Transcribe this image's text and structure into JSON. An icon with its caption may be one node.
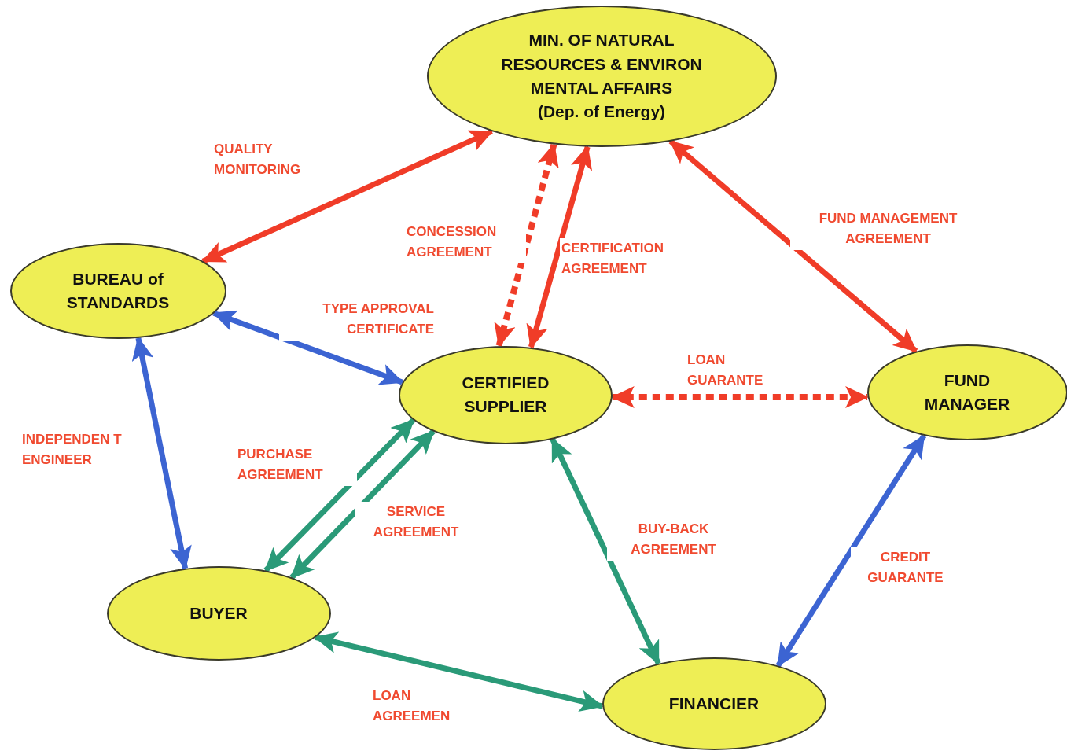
{
  "diagram": {
    "nodes": [
      {
        "text": [
          "MIN. OF NATURAL RESOURCES & ENVIRON MENTAL AFFAIRS",
          "(Dep. of Energy)"
        ]
      },
      {
        "text": [
          "BUREAU of STANDARDS"
        ]
      },
      {
        "text": [
          "CERTIFIED SUPPLIER"
        ]
      },
      {
        "text": [
          "FUND MANAGER"
        ]
      },
      {
        "text": [
          "BUYER"
        ]
      },
      {
        "text": [
          "FINANCIER"
        ]
      }
    ],
    "edges": [
      {
        "from": 1,
        "to": 0,
        "arrow": "both",
        "label": "QUALITY MONITORING"
      },
      {
        "from": 2,
        "to": 0,
        "arrow": "both",
        "label": "CONCESSION AGREEMENT",
        "style": "dashed"
      },
      {
        "from": 2,
        "to": 0,
        "arrow": "both",
        "label": "CERTIFICATION AGREEMENT"
      },
      {
        "from": 0,
        "to": 3,
        "arrow": "both",
        "label": "FUND MANAGEMENT AGREEMENT"
      },
      {
        "from": 1,
        "to": 2,
        "arrow": "both",
        "label": "TYPE APPROVAL CERTIFICATE",
        "color": "#3c64d2"
      },
      {
        "from": 2,
        "to": 3,
        "arrow": "both",
        "label": "LOAN GUARANTE",
        "style": "dashed"
      },
      {
        "from": 1,
        "to": 4,
        "arrow": "both",
        "label": "INDEPENDEN T ENGINEER",
        "color": "#3c64d2"
      },
      {
        "from": 2,
        "to": 4,
        "arrow": "both",
        "label": "PURCHASE AGREEMENT",
        "color": "#2a9a78"
      },
      {
        "from": 2,
        "to": 4,
        "arrow": "both",
        "label": "SERVICE AGREEMENT",
        "color": "#2a9a78"
      },
      {
        "from": 2,
        "to": 5,
        "arrow": "both",
        "label": "BUY-BACK AGREEMENT",
        "color": "#2a9a78"
      },
      {
        "from": 3,
        "to": 5,
        "arrow": "both",
        "label": "CREDIT GUARANTE",
        "color": "#3c64d2"
      },
      {
        "from": 4,
        "to": 5,
        "arrow": "both",
        "label": "LOAN AGREEMEN",
        "color": "#2a9a78"
      }
    ]
  }
}
